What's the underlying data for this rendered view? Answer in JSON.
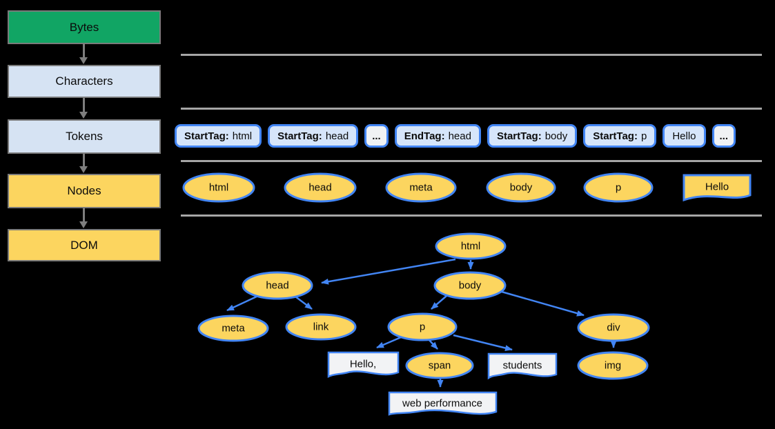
{
  "colors": {
    "background": "#000000",
    "bytes_green": "#11A564",
    "stage_light_blue": "#D6E3F3",
    "node_yellow": "#FCD55F",
    "token_fill": "#D6E5FA",
    "ellipsis_fill": "#F0F2F4",
    "text_tape_fill": "#F2F3F5",
    "diagram_blue": "#4285F4",
    "separator_gray": "#A6A6A6",
    "stage_border_gray": "#7A7A7A"
  },
  "pipeline": {
    "stages": [
      {
        "label": "Bytes"
      },
      {
        "label": "Characters"
      },
      {
        "label": "Tokens"
      },
      {
        "label": "Nodes"
      },
      {
        "label": "DOM"
      }
    ]
  },
  "tokens": {
    "items": [
      {
        "label": "StartTag:",
        "value": "html"
      },
      {
        "label": "StartTag:",
        "value": "head"
      },
      {
        "value": "..."
      },
      {
        "label": "EndTag:",
        "value": "head"
      },
      {
        "label": "StartTag:",
        "value": "body"
      },
      {
        "label": "StartTag:",
        "value": "p"
      },
      {
        "value": "Hello"
      },
      {
        "value": "..."
      }
    ]
  },
  "nodes_row": {
    "ellipses": [
      "html",
      "head",
      "meta",
      "body",
      "p"
    ],
    "text_node": "Hello"
  },
  "dom_tree": {
    "elements": {
      "html": "html",
      "head": "head",
      "body": "body",
      "meta": "meta",
      "link": "link",
      "p": "p",
      "div": "div",
      "span": "span",
      "img": "img"
    },
    "text_nodes": {
      "hello": "Hello,",
      "students": "students",
      "web_performance": "web performance"
    }
  }
}
